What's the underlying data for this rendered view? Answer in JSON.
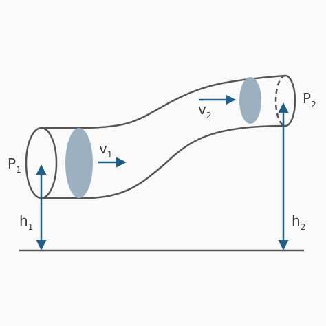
{
  "labels": {
    "p1": {
      "main": "P",
      "sub": "1"
    },
    "p2": {
      "main": "P",
      "sub": "2"
    },
    "v1": {
      "main": "v",
      "sub": "1"
    },
    "v2": {
      "main": "v",
      "sub": "2"
    },
    "h1": {
      "main": "h",
      "sub": "1"
    },
    "h2": {
      "main": "h",
      "sub": "2"
    }
  },
  "colors": {
    "outline": "#555555",
    "disc": "#9db0c2",
    "arrow": "#1f5f8b",
    "ground": "#555555",
    "background": "#fafafa"
  }
}
